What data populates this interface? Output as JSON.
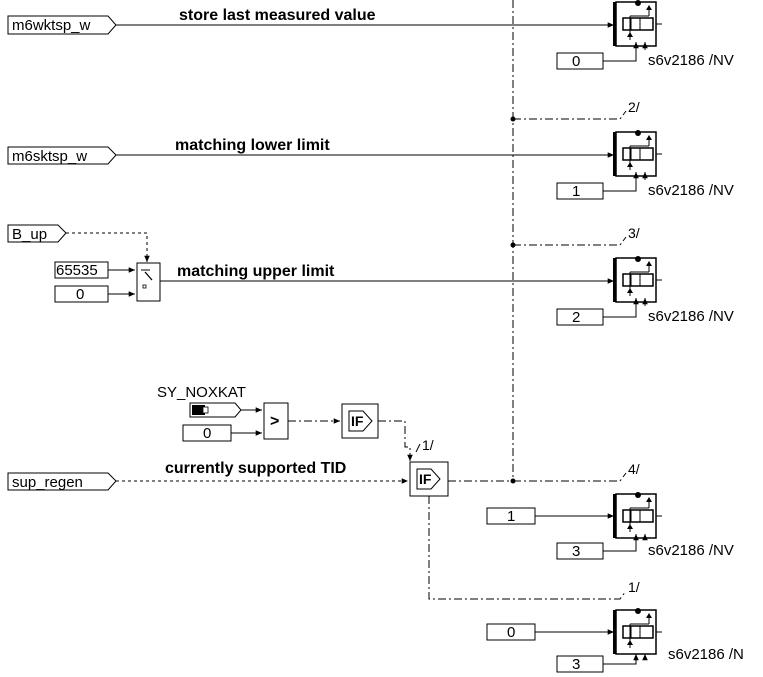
{
  "signals": {
    "m6wktsp_w": "m6wktsp_w",
    "m6sktsp_w": "m6sktsp_w",
    "b_up": "B_up",
    "sup_regen": "sup_regen",
    "sy_noxkat": "SY_NOXKAT"
  },
  "annotations": {
    "store_last": "store last measured value",
    "lower_limit": "matching lower limit",
    "upper_limit": "matching upper limit",
    "current_tid": "currently supported TID"
  },
  "constants": {
    "upper_value": "65535",
    "zero_switch": "0",
    "zero_compare": "0",
    "const_1": "1",
    "const_0": "0"
  },
  "indices": [
    "0",
    "1",
    "2",
    "3",
    "3"
  ],
  "targets": [
    "s6v2186 /NV",
    "s6v2186 /NV",
    "s6v2186 /NV",
    "s6v2186 /NV",
    "s6v2186 /N"
  ],
  "branch_marks": {
    "b2": "2/",
    "b3": "3/",
    "b4": "4/",
    "b1_bottom": "1/",
    "b1_if": "1/"
  },
  "blocks": {
    "compare_symbol": ">",
    "if_symbol": "IF"
  }
}
